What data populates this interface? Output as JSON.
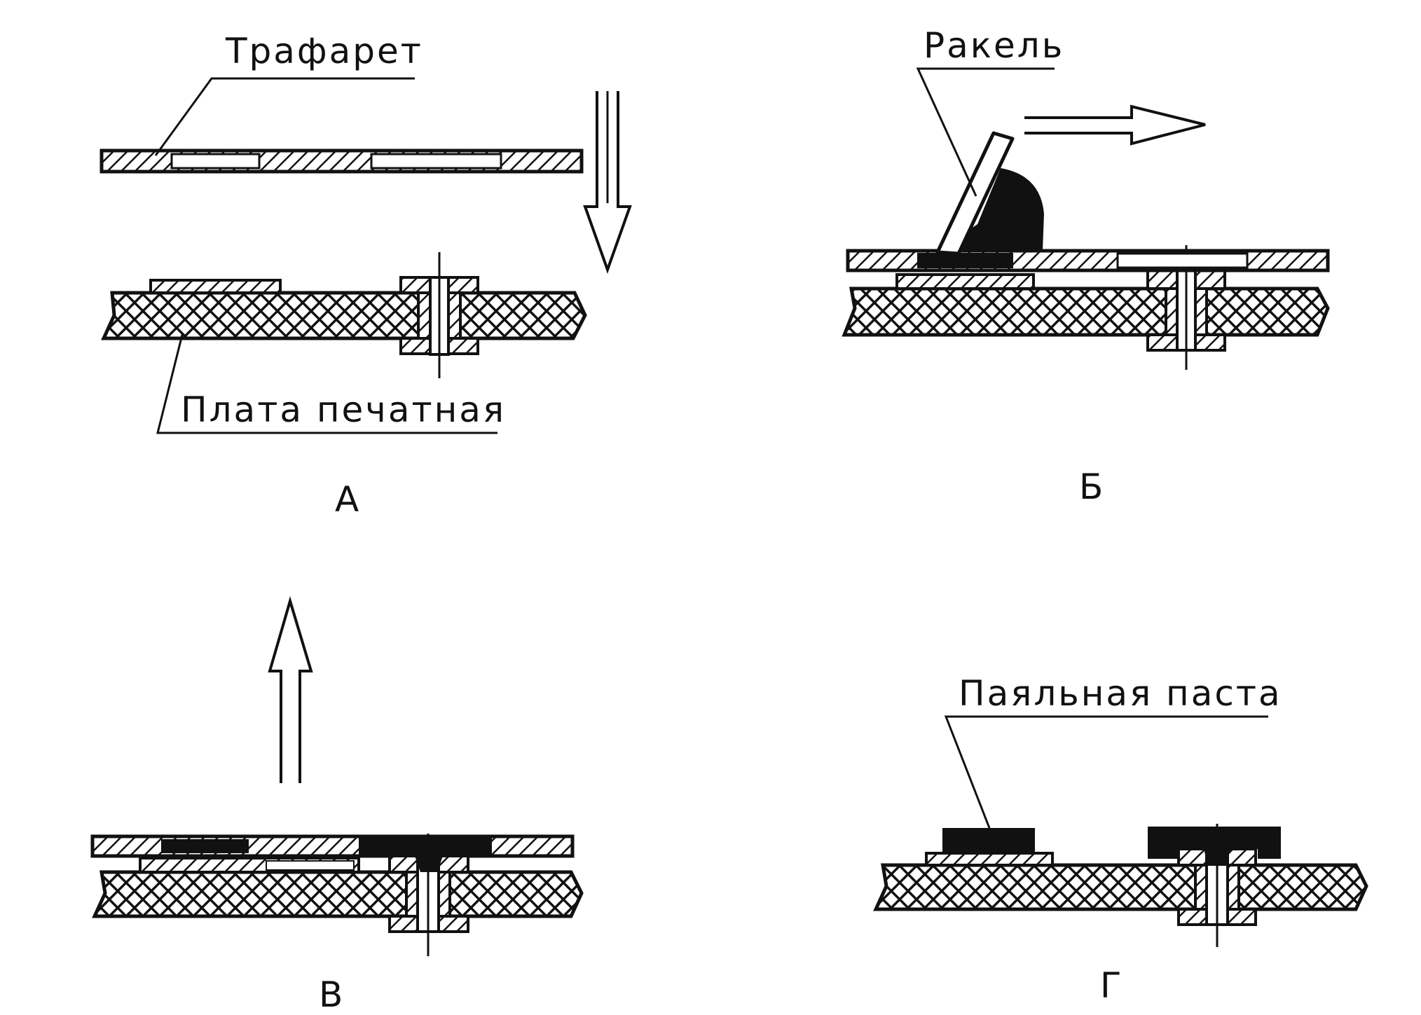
{
  "labels": {
    "stencil": "Трафарет",
    "board": "Плата печатная",
    "squeegee": "Ракель",
    "paste": "Паяльная паста"
  },
  "panels": {
    "a": "А",
    "b": "Б",
    "v": "В",
    "g": "Г"
  }
}
